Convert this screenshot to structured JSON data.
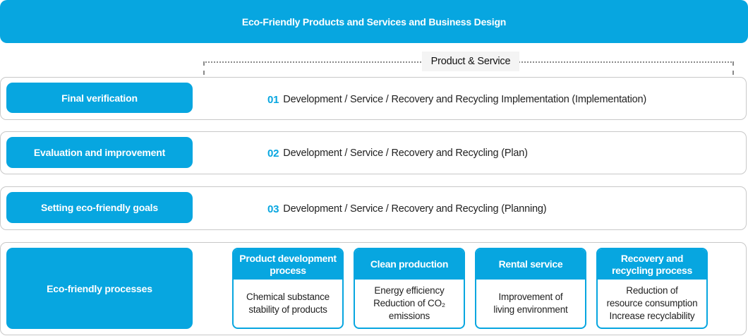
{
  "banner": {
    "title": "Eco-Friendly Products and Services and Business Design"
  },
  "bracket": {
    "label": "Product & Service"
  },
  "rows": [
    {
      "label": "Final verification",
      "number": "01",
      "text": "Development / Service / Recovery and Recycling Implementation (Implementation)"
    },
    {
      "label": "Evaluation and improvement",
      "number": "02",
      "text": "Development / Service / Recovery and Recycling (Plan)"
    },
    {
      "label": "Setting eco-friendly goals",
      "number": "03",
      "text": "Development / Service / Recovery and Recycling (Planning)"
    }
  ],
  "processes": {
    "label": "Eco-friendly processes",
    "cards": [
      {
        "title": "Product development process",
        "body": "Chemical substance\nstability of products"
      },
      {
        "title": "Clean production",
        "body": "Energy efficiency\nReduction of CO₂\nemissions"
      },
      {
        "title": "Rental service",
        "body": "Improvement of\nliving environment"
      },
      {
        "title": "Recovery and recycling process",
        "body": "Reduction of\nresource consumption\nIncrease recyclability"
      }
    ]
  },
  "colors": {
    "accent": "#07a6e0",
    "border": "#c8c8c8",
    "label_bg": "#f4f4f4"
  }
}
